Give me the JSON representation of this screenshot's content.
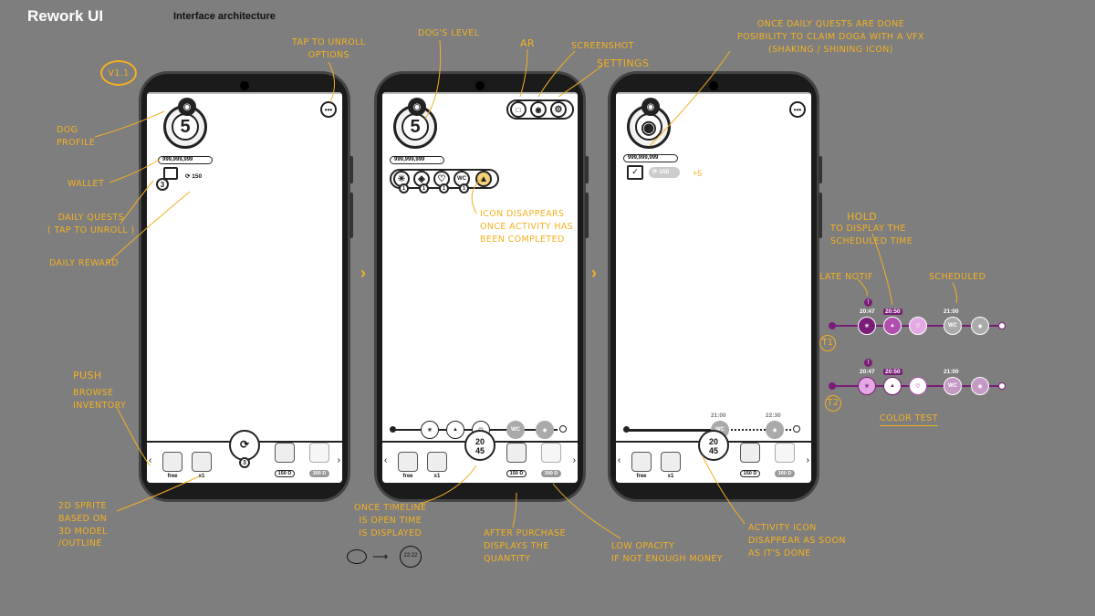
{
  "header": {
    "title": "Rework UI",
    "subtitle": "Interface architecture"
  },
  "version_tag": "V1.1",
  "phone1": {
    "level": "5",
    "wallet": "999,999,999",
    "quest_count": "3",
    "reward": "150",
    "timer_badge": "3",
    "items": [
      {
        "label": "free"
      },
      {
        "label": "x1"
      }
    ],
    "prices": [
      "150 D",
      "300 D"
    ]
  },
  "phone2": {
    "level": "5",
    "wallet": "999,999,999",
    "activity_badges": [
      "1",
      "1",
      "1",
      "1"
    ],
    "wc_label": "WC",
    "timer": {
      "hh": "20",
      "mm": "45"
    },
    "items": [
      {
        "label": "free"
      },
      {
        "label": "x1"
      }
    ],
    "prices": [
      "150 D",
      "300 D"
    ],
    "timeline_wc": "WC"
  },
  "phone3": {
    "wallet": "999,999,999",
    "reward": "150",
    "reward_bonus": "+5",
    "timer": {
      "hh": "20",
      "mm": "45"
    },
    "times": [
      "21:00",
      "22:30"
    ],
    "timeline_wc": "WC",
    "items": [
      {
        "label": "free"
      },
      {
        "label": "x1"
      }
    ],
    "prices": [
      "150 D",
      "300 D"
    ]
  },
  "notes": {
    "tap_unroll": "TAP TO UNROLL\nOPTIONS",
    "dog_profile": "DOG\nPROFILE",
    "wallet": "WALLET",
    "daily_quests": "DAILY QUESTS\n( TAP TO UNROLL )",
    "daily_reward": "DAILY REWARD",
    "push": "PUSH",
    "browse": "BROWSE\nINVENTORY",
    "sprite": "2D SPRITE\nBASED ON\n3D MODEL\n/OUTLINE",
    "dogs_level": "DOG'S LEVEL",
    "ar": "AR",
    "screenshot": "SCREENSHOT",
    "settings": "SETTINGS",
    "icon_disappears": "ICON DISAPPEARS\nONCE ACTIVITY HAS\nBEEN COMPLETED",
    "timeline_open": "ONCE TIMELINE\nIS OPEN TIME\nIS DISPLAYED",
    "after_purchase": "AFTER PURCHASE\nDISPLAYS THE\nQUANTITY",
    "low_opacity": "LOW OPACITY\nIF NOT ENOUGH MONEY",
    "daily_done": "ONCE DAILY QUESTS ARE DONE\nPOSIBILITY TO CLAIM DOGA WITH A VFX\n(SHAKING / SHINING ICON)",
    "activity_icon": "ACTIVITY ICON\nDISAPPEAR AS SOON\nAS IT'S DONE",
    "hold": "HOLD",
    "hold_desc": "TO DISPLAY THE\nSCHEDULED TIME",
    "late_notif": "LATE NOTIF",
    "scheduled": "SCHEDULED",
    "color_test": "COLOR TEST",
    "t1": "T1",
    "t2": "T2",
    "sketch_time": "22:22"
  },
  "color_test": {
    "times": [
      "20:47",
      "20:50",
      "21:00"
    ],
    "wc": "WC",
    "late_mark": "!",
    "colors": {
      "dark": "#7a1d78",
      "mid": "#b04fb0",
      "light": "#e4a8e4",
      "grey": "#aaaaaa"
    }
  }
}
